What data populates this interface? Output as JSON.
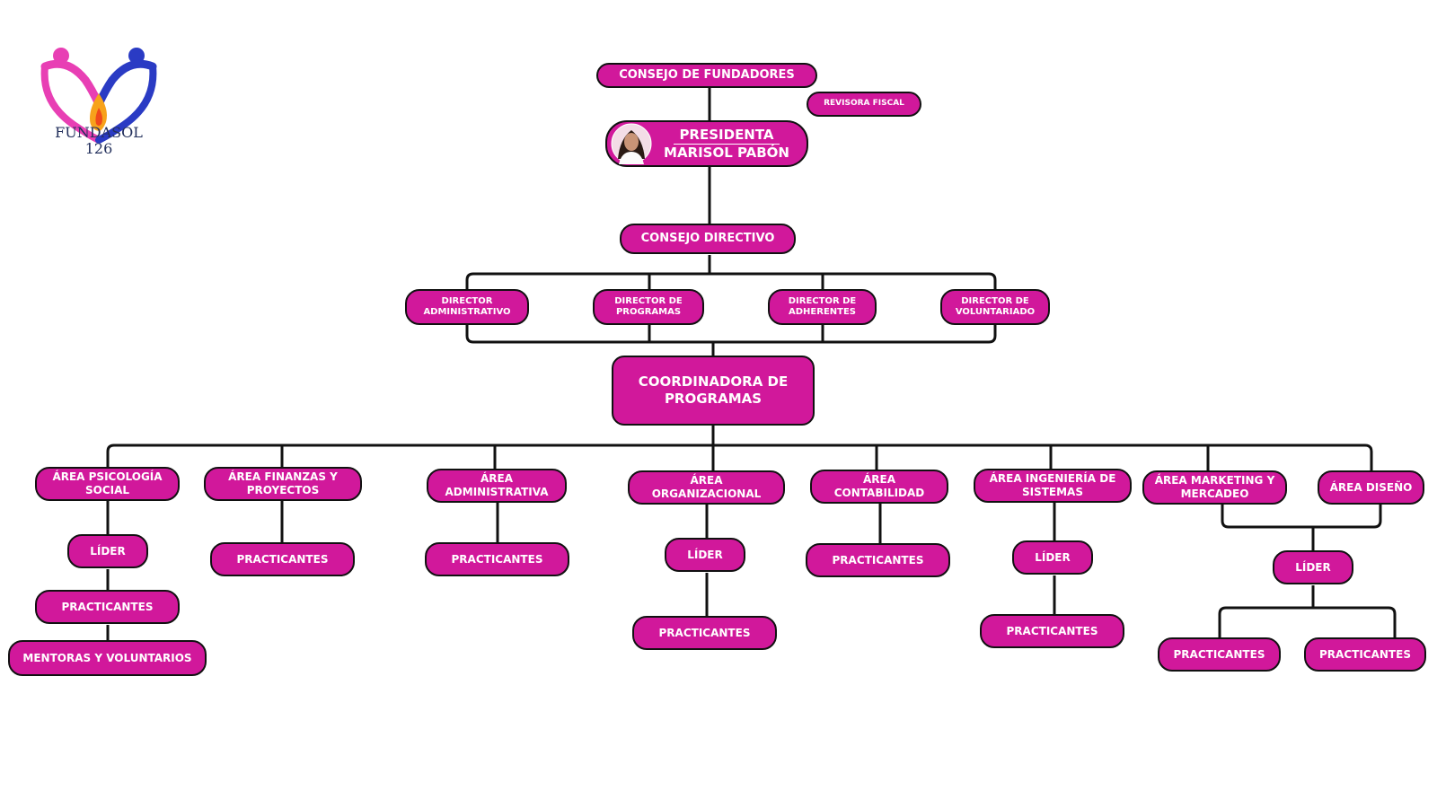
{
  "logo": {
    "name": "FUNDASOL",
    "number": "126"
  },
  "nodes": {
    "consejo_fundadores": "CONSEJO DE FUNDADORES",
    "revisora_fiscal": "REVISORA FISCAL",
    "presidenta_title": "PRESIDENTA",
    "presidenta_name": "MARISOL PABÓN",
    "consejo_directivo": "CONSEJO DIRECTIVO",
    "dir_administrativo": "DIRECTOR ADMINISTRATIVO",
    "dir_programas": "DIRECTOR DE PROGRAMAS",
    "dir_adherentes": "DIRECTOR DE ADHERENTES",
    "dir_voluntariado": "DIRECTOR DE VOLUNTARIADO",
    "coordinadora": "COORDINADORA DE PROGRAMAS",
    "area_psicologia": "ÁREA PSICOLOGÍA SOCIAL",
    "area_finanzas": "ÁREA FINANZAS Y PROYECTOS",
    "area_administrativa": "ÁREA ADMINISTRATIVA",
    "area_organizacional": "ÁREA ORGANIZACIONAL",
    "area_contabilidad": "ÁREA CONTABILIDAD",
    "area_sistemas": "ÁREA INGENIERÍA DE SISTEMAS",
    "area_marketing": "ÁREA MARKETING Y MERCADEO",
    "area_diseno": "ÁREA DISEÑO",
    "psico_lider": "LÍDER",
    "psico_practicantes": "PRACTICANTES",
    "psico_mentoras": "MENTORAS Y VOLUNTARIOS",
    "finanzas_practicantes": "PRACTICANTES",
    "admin_practicantes": "PRACTICANTES",
    "org_lider": "LÍDER",
    "org_practicantes": "PRACTICANTES",
    "conta_practicantes": "PRACTICANTES",
    "sistemas_lider": "LÍDER",
    "sistemas_practicantes": "PRACTICANTES",
    "mkt_lider": "LÍDER",
    "mkt_practicantes_1": "PRACTICANTES",
    "mkt_practicantes_2": "PRACTICANTES"
  },
  "colors": {
    "node_fill": "#d1189b",
    "node_text": "#ffffff",
    "connector": "#111111",
    "logo_text": "#23305c"
  }
}
